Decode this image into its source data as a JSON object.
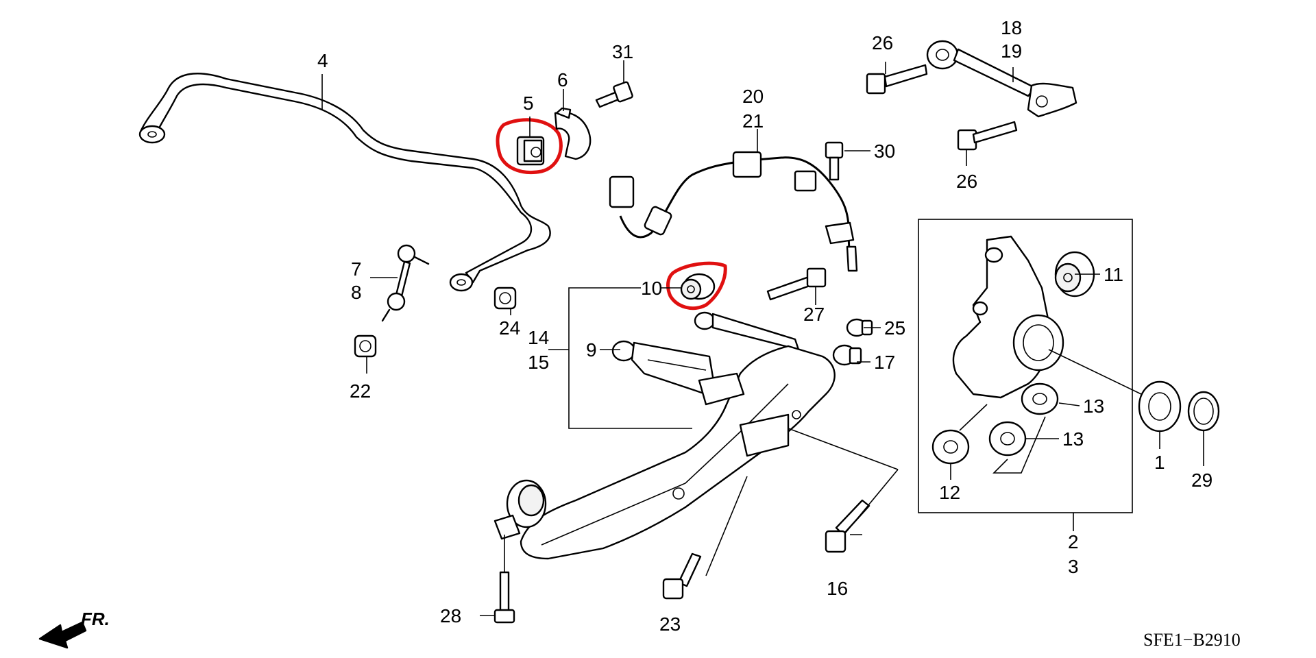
{
  "diagram": {
    "code": "SFE1−B2910",
    "direction_label": "FR.",
    "callouts": {
      "c1": "1",
      "c2": "2",
      "c3": "3",
      "c4": "4",
      "c5": "5",
      "c6": "6",
      "c7": "7",
      "c8": "8",
      "c9": "9",
      "c10": "10",
      "c11": "11",
      "c12": "12",
      "c13a": "13",
      "c13b": "13",
      "c14": "14",
      "c15": "15",
      "c16": "16",
      "c17": "17",
      "c18": "18",
      "c19": "19",
      "c20": "20",
      "c21": "21",
      "c22": "22",
      "c23": "23",
      "c24": "24",
      "c25": "25",
      "c26a": "26",
      "c26b": "26",
      "c27": "27",
      "c28": "28",
      "c29": "29",
      "c30": "30",
      "c31": "31"
    },
    "highlights": [
      "part-5-bushing",
      "part-10-bushing"
    ],
    "highlight_color": "#e01010"
  }
}
